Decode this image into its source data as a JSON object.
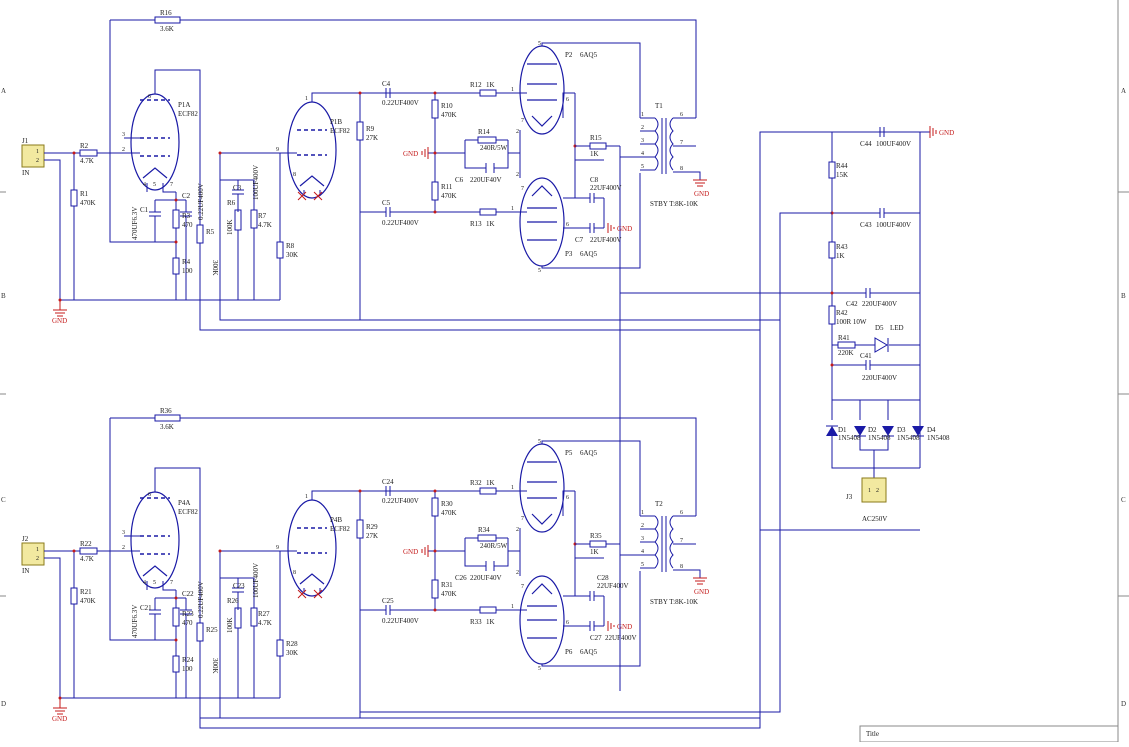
{
  "zones": [
    "A",
    "B",
    "C",
    "D"
  ],
  "title_block": {
    "label": "Title"
  },
  "channels": [
    {
      "connector": {
        "ref": "J1",
        "pins": [
          "1",
          "2"
        ],
        "label": "IN"
      },
      "gnd_label": "GND",
      "r_input": {
        "ref": "R2",
        "value": "4.7K"
      },
      "r_grid": {
        "ref": "R1",
        "value": "470K"
      },
      "tube1": {
        "ref": "P1A",
        "type": "ECF82",
        "pins": [
          "6",
          "3",
          "2",
          "4",
          "5",
          "7"
        ]
      },
      "r_fb": {
        "ref": "R16",
        "value": "3.6K"
      },
      "c1": {
        "ref": "C1",
        "value": "470UF6.3V"
      },
      "c2": {
        "ref": "C2",
        "value": "0.22UF400V"
      },
      "r3": {
        "ref": "R3",
        "value": "470"
      },
      "r4": {
        "ref": "R4",
        "value": "100"
      },
      "r5": {
        "ref": "R5",
        "value": "300K"
      },
      "c3": {
        "ref": "C3",
        "value": "100UF400V"
      },
      "r6": {
        "ref": "R6",
        "value": "100K"
      },
      "r7": {
        "ref": "R7",
        "value": "4.7K"
      },
      "r8": {
        "ref": "R8",
        "value": "30K"
      },
      "tube2": {
        "ref": "P1B",
        "type": "ECF82",
        "pins": [
          "1",
          "9",
          "8"
        ]
      },
      "r9": {
        "ref": "R9",
        "value": "27K"
      },
      "c4": {
        "ref": "C4",
        "value": "0.22UF400V"
      },
      "c5": {
        "ref": "C5",
        "value": "0.22UF400V"
      },
      "r10": {
        "ref": "R10",
        "value": "470K"
      },
      "r11": {
        "ref": "R11",
        "value": "470K"
      },
      "r12": {
        "ref": "R12",
        "value": "1K"
      },
      "r13": {
        "ref": "R13",
        "value": "1K"
      },
      "r14": {
        "ref": "R14",
        "value": "240R/5W"
      },
      "c6": {
        "ref": "C6",
        "value": "220UF40V"
      },
      "tube_top": {
        "ref": "P2",
        "type": "6AQ5",
        "pins": [
          "5",
          "1",
          "2",
          "7",
          "6"
        ]
      },
      "tube_bot": {
        "ref": "P3",
        "type": "6AQ5",
        "pins": [
          "2",
          "1",
          "7",
          "6",
          "5"
        ]
      },
      "r15": {
        "ref": "R15",
        "value": "1K"
      },
      "c8": {
        "ref": "C8",
        "value": "22UF400V"
      },
      "c7": {
        "ref": "C7",
        "value": "22UF400V"
      },
      "transformer": {
        "ref": "T1",
        "label": "STBY T:8K-10K",
        "pins_left": [
          "1",
          "2",
          "3",
          "4",
          "5"
        ],
        "pins_right": [
          "6",
          "7",
          "8"
        ]
      }
    },
    {
      "connector": {
        "ref": "J2",
        "pins": [
          "1",
          "2"
        ],
        "label": "IN"
      },
      "gnd_label": "GND",
      "r_input": {
        "ref": "R22",
        "value": "4.7K"
      },
      "r_grid": {
        "ref": "R21",
        "value": "470K"
      },
      "tube1": {
        "ref": "P4A",
        "type": "ECF82",
        "pins": [
          "6",
          "3",
          "2",
          "4",
          "5",
          "7"
        ]
      },
      "r_fb": {
        "ref": "R36",
        "value": "3.6K"
      },
      "c1": {
        "ref": "C21",
        "value": "470UF6.3V"
      },
      "c2": {
        "ref": "C22",
        "value": "0.22UF400V"
      },
      "r3": {
        "ref": "R23",
        "value": "470"
      },
      "r4": {
        "ref": "R24",
        "value": "100"
      },
      "r5": {
        "ref": "R25",
        "value": "300K"
      },
      "c3": {
        "ref": "C23",
        "value": "100UF400V"
      },
      "r6": {
        "ref": "R26",
        "value": "100K"
      },
      "r7": {
        "ref": "R27",
        "value": "4.7K"
      },
      "r8": {
        "ref": "R28",
        "value": "30K"
      },
      "tube2": {
        "ref": "P4B",
        "type": "ECF82",
        "pins": [
          "1",
          "9",
          "8"
        ]
      },
      "r9": {
        "ref": "R29",
        "value": "27K"
      },
      "c4": {
        "ref": "C24",
        "value": "0.22UF400V"
      },
      "c5": {
        "ref": "C25",
        "value": "0.22UF400V"
      },
      "r10": {
        "ref": "R30",
        "value": "470K"
      },
      "r11": {
        "ref": "R31",
        "value": "470K"
      },
      "r12": {
        "ref": "R32",
        "value": "1K"
      },
      "r13": {
        "ref": "R33",
        "value": "1K"
      },
      "r14": {
        "ref": "R34",
        "value": "240R/5W"
      },
      "c6": {
        "ref": "C26",
        "value": "220UF40V"
      },
      "tube_top": {
        "ref": "P5",
        "type": "6AQ5",
        "pins": [
          "5",
          "1",
          "2",
          "7",
          "6"
        ]
      },
      "tube_bot": {
        "ref": "P6",
        "type": "6AQ5",
        "pins": [
          "2",
          "1",
          "7",
          "6",
          "5"
        ]
      },
      "r15": {
        "ref": "R35",
        "value": "1K"
      },
      "c8": {
        "ref": "C28",
        "value": "22UF400V"
      },
      "c7": {
        "ref": "C27",
        "value": "22UF400V"
      },
      "transformer": {
        "ref": "T2",
        "label": "STBY T:8K-10K",
        "pins_left": [
          "1",
          "2",
          "3",
          "4",
          "5"
        ],
        "pins_right": [
          "6",
          "7",
          "8"
        ]
      }
    }
  ],
  "psu": {
    "gnd_label": "GND",
    "c44": {
      "ref": "C44",
      "value": "100UF400V"
    },
    "r44": {
      "ref": "R44",
      "value": "15K"
    },
    "c43": {
      "ref": "C43",
      "value": "100UF400V"
    },
    "r43": {
      "ref": "R43",
      "value": "1K"
    },
    "c42": {
      "ref": "C42",
      "value": "220UF400V"
    },
    "r42": {
      "ref": "R42",
      "value": "100R 10W"
    },
    "d5": {
      "ref": "D5",
      "value": "LED"
    },
    "r41": {
      "ref": "R41",
      "value": "220K"
    },
    "c41": {
      "ref": "C41",
      "value": "220UF400V"
    },
    "diodes": [
      {
        "ref": "D1",
        "value": "1N5408"
      },
      {
        "ref": "D2",
        "value": "1N5408"
      },
      {
        "ref": "D3",
        "value": "1N5408"
      },
      {
        "ref": "D4",
        "value": "1N5408"
      }
    ],
    "j3": {
      "ref": "J3",
      "label": "AC250V",
      "pins": [
        "1",
        "2"
      ]
    }
  }
}
